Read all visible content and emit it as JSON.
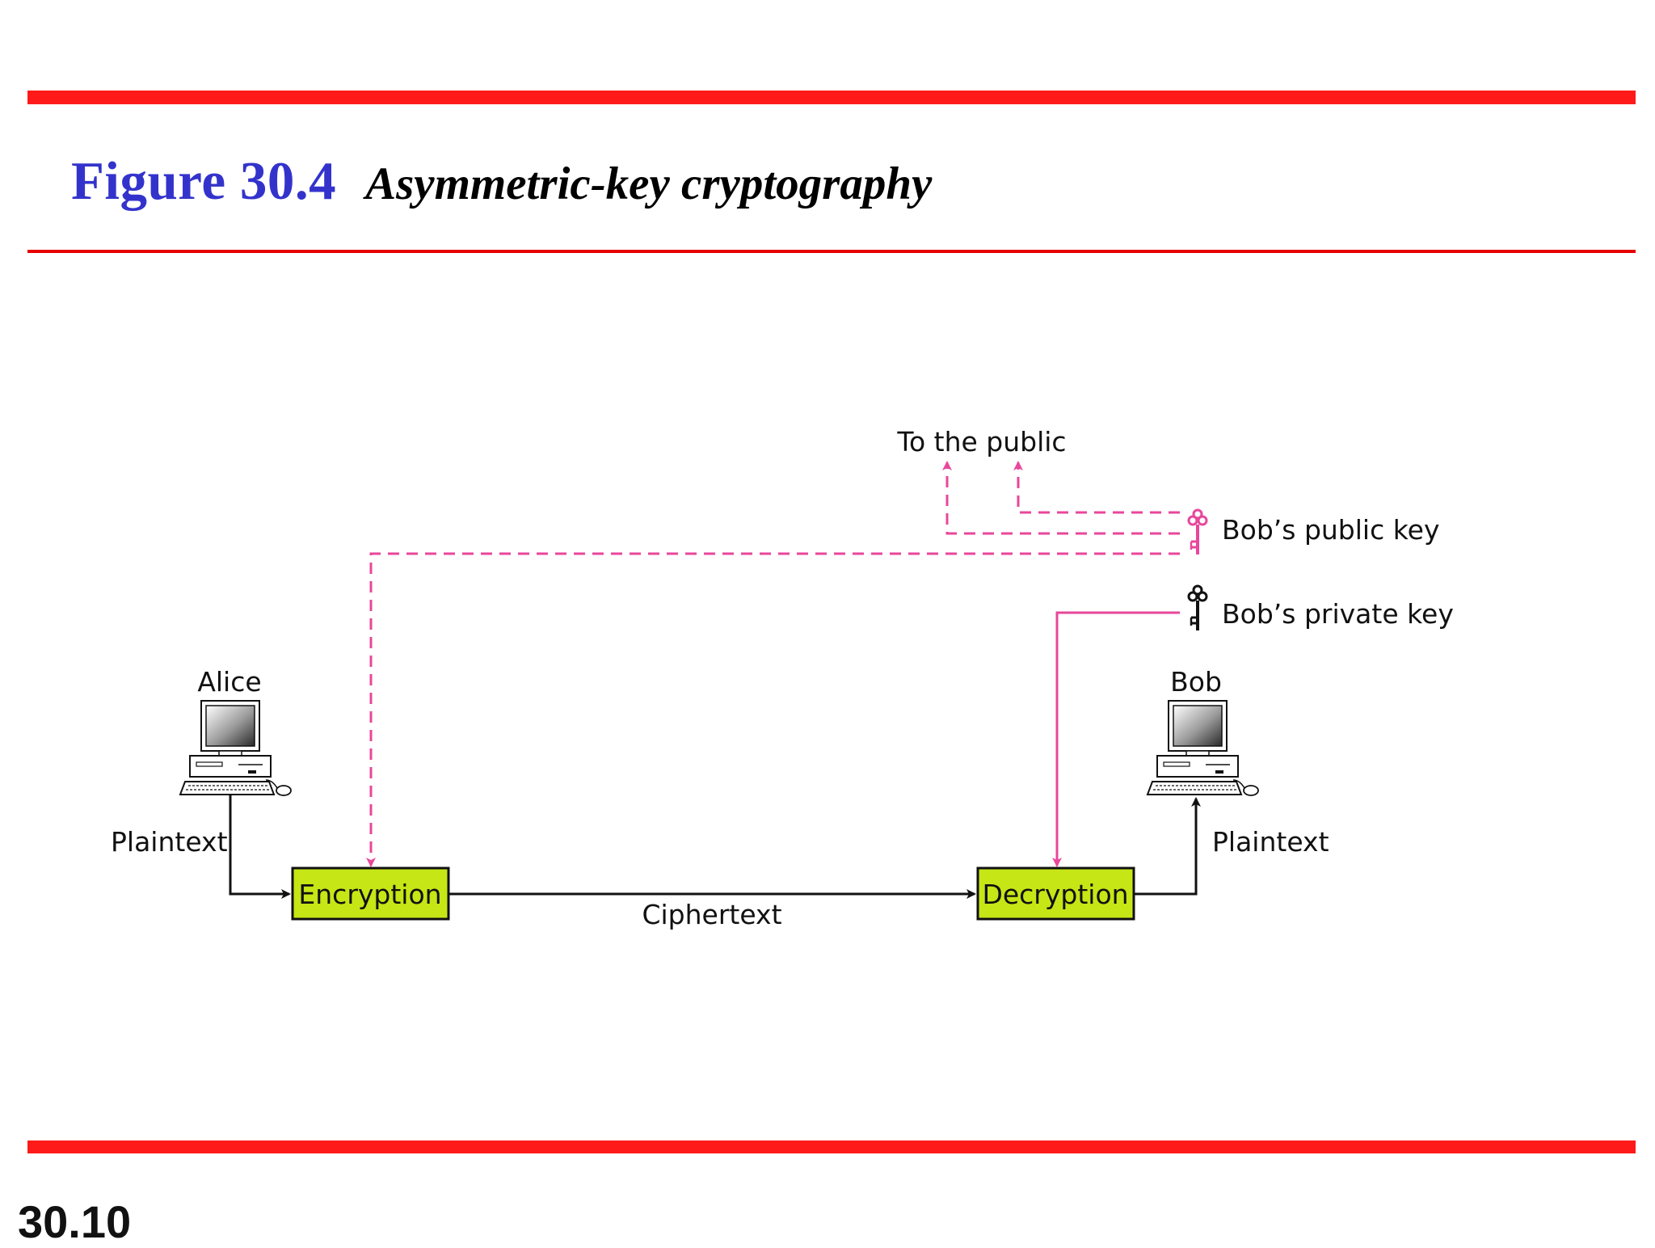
{
  "figure": {
    "number": "Figure 30.4",
    "title": "Asymmetric-key cryptography"
  },
  "page_number": "30.10",
  "diagram": {
    "to_public": "To the public",
    "public_key": "Bob’s public key",
    "private_key": "Bob’s private key",
    "alice": "Alice",
    "bob": "Bob",
    "plaintext_left": "Plaintext",
    "plaintext_right": "Plaintext",
    "encryption": "Encryption",
    "decryption": "Decryption",
    "ciphertext": "Ciphertext"
  },
  "colors": {
    "rule": "#ff1a1a",
    "figure_number": "#3333cc",
    "box_fill": "#c6e615",
    "key_path": "#e8479b",
    "public_key_icon": "#e8479b",
    "private_key_icon": "#111111"
  },
  "icons": {
    "computer": "desktop-computer-icon",
    "public_key": "key-icon",
    "private_key": "key-icon"
  }
}
